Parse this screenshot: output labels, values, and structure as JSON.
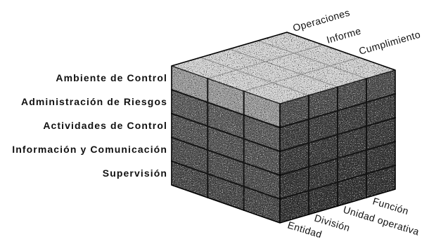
{
  "diagram": {
    "components": [
      "Ambiente de Control",
      "Administración de Riesgos",
      "Actividades de Control",
      "Información y Comunicación",
      "Supervisión"
    ],
    "objectives": [
      "Operaciones",
      "Informe",
      "Cumplimiento"
    ],
    "organizational_levels": [
      "Entidad",
      "División",
      "Unidad operativa",
      "Función"
    ]
  },
  "colors": {
    "top_face": "#d2d2d2",
    "front_face_rows": [
      "#9b9b9b",
      "#5c5c5c",
      "#565656",
      "#505050",
      "#4a4a4a"
    ],
    "side_face_rows": [
      "#4e4e4e",
      "#3f3f3f",
      "#3b3b3b",
      "#373737",
      "#333333"
    ],
    "grid_line": "#141414",
    "top_grid_line": "#8c8c8c",
    "outline": "#000000"
  }
}
